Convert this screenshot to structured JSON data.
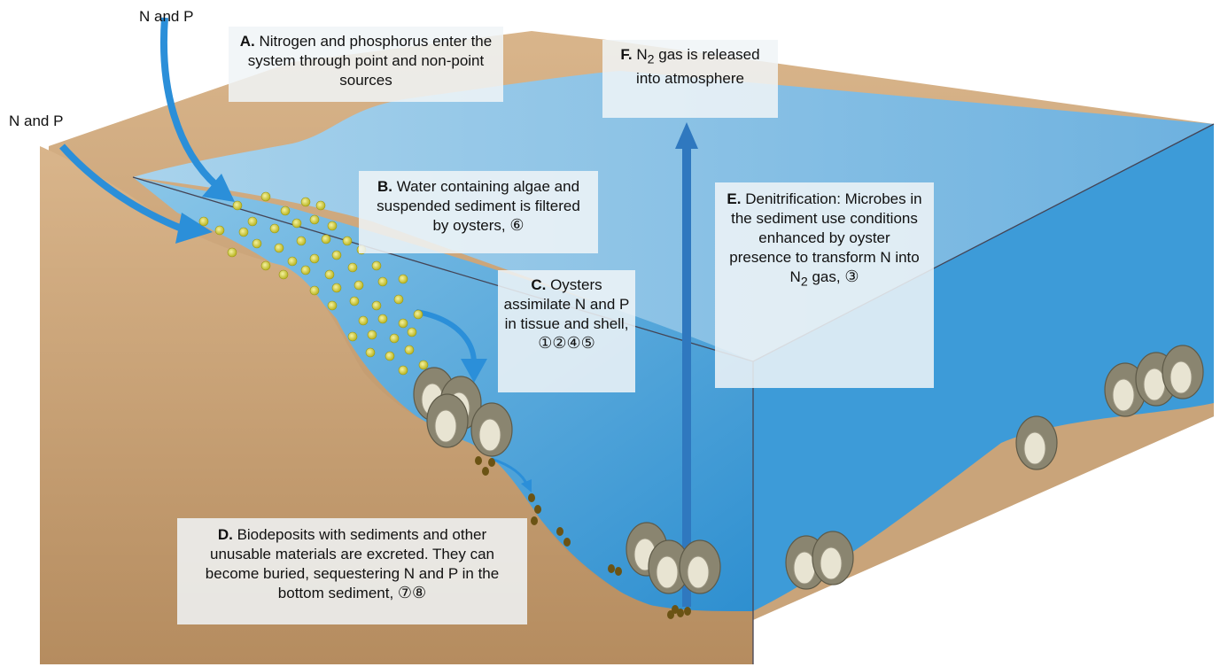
{
  "inputs": {
    "top": "N and P",
    "left": "N and P"
  },
  "labels": {
    "a": {
      "letter": "A.",
      "text": "Nitrogen and phosphorus enter the system through point and non-point sources"
    },
    "b": {
      "letter": "B.",
      "text": "Water containing algae and suspended sediment is filtered by oysters,",
      "refs": "⑥"
    },
    "c": {
      "letter": "C.",
      "text": "Oysters assimilate N and P in tissue and shell,",
      "refs": "①②④⑤"
    },
    "d": {
      "letter": "D.",
      "text": "Biodeposits with sediments and other unusable materials are excreted. They can become buried, sequestering N and P in the bottom sediment,",
      "refs": "⑦⑧"
    },
    "e": {
      "letter": "E.",
      "text_before": "Denitrification: Microbes in the sediment use conditions enhanced by oyster presence to transform N into N",
      "sub": "2",
      "text_after": "gas,",
      "refs": "③"
    },
    "f": {
      "letter": "F.",
      "text_before": "N",
      "sub": "2",
      "text_after": "gas is released into atmosphere"
    }
  },
  "colors": {
    "sediment": "#c8a57e",
    "water": "#5aa6d6",
    "arrow": "#2b8fd9",
    "n2_arrow": "#2f78bf",
    "particle": "#d7d33a",
    "oyster": "#8a8570",
    "biodeposit": "#6b5314"
  }
}
